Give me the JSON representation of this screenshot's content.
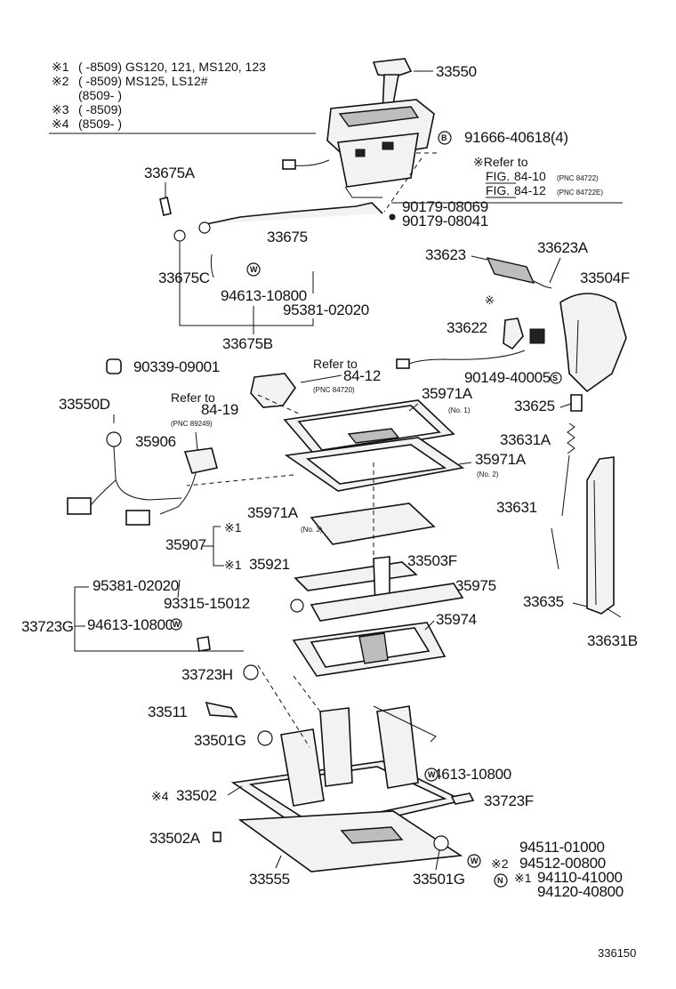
{
  "notes": {
    "n1_mark": "※1",
    "n1_text": "(     -8509) GS120, 121, MS120, 123",
    "n2_mark": "※2",
    "n2_text": "(     -8509) MS125, LS12#",
    "n2_cont": "(8509-      )",
    "n3_mark": "※3",
    "n3_text": "(     -8509)",
    "n4_mark": "※4",
    "n4_text": "(8509-      )"
  },
  "refs": {
    "r1_line1": "※Refer to",
    "r1_line2_fig": "FIG.",
    "r1_line2_num": "84-10",
    "r1_line2_pnc": "(PNC 84722)",
    "r1_line3_fig": "FIG.",
    "r1_line3_num": "84-12",
    "r1_line3_pnc": "(PNC 84722E)",
    "r2_line1": "Refer to",
    "r2_line2": "84-12",
    "r2_pnc": "(PNC 84720)",
    "r3_line1": "Refer to",
    "r3_line2": "84-19",
    "r3_pnc": "(PNC 89249)"
  },
  "labels": {
    "p33550": "33550",
    "p91666": "91666-40618(4)",
    "p33675A": "33675A",
    "p90179a": "90179-08069",
    "p90179b": "90179-08041",
    "p33675": "33675",
    "p33623": "33623",
    "p33623A": "33623A",
    "p33675C": "33675C",
    "p94613a": "94613-10800",
    "p33504F": "33504F",
    "p95381a": "95381-02020",
    "p33675B": "33675B",
    "p33622": "33622",
    "p90339": "90339-09001",
    "p90149": "90149-40005",
    "p33550D": "33550D",
    "p35971A_1": "35971A",
    "p35971A_1_no": "(No. 1)",
    "p33625": "33625",
    "p35906": "35906",
    "p33631A": "33631A",
    "p35971A_2": "35971A",
    "p35971A_2_no": "(No. 2)",
    "p33631": "33631",
    "p35971A_3": "35971A",
    "p35971A_3_no": "(No. 3)",
    "p35907": "35907",
    "mark1a": "※1",
    "mark1b": "※1",
    "p35921": "35921",
    "p33503F": "33503F",
    "p95381b": "95381-02020",
    "p35975": "35975",
    "p93315": "93315-15012",
    "p33723G": "33723G",
    "p94613b": "94613-10800",
    "p35974": "35974",
    "p33635": "33635",
    "p33631B": "33631B",
    "p33723H": "33723H",
    "p33511": "33511",
    "p33501G_a": "33501G",
    "p94613c": "94613-10800",
    "mark4": "※4",
    "p33502": "33502",
    "p33723F": "33723F",
    "p33502A": "33502A",
    "p94511": "94511-01000",
    "mark2": "※2",
    "p94512": "94512-00800",
    "p33555": "33555",
    "p33501G_b": "33501G",
    "mark1c": "※1",
    "p94110": "94110-41000",
    "p94120": "94120-40800",
    "catalog_no": "336150"
  },
  "symbols": {
    "B": "B",
    "W": "W",
    "S": "S",
    "N": "N"
  }
}
